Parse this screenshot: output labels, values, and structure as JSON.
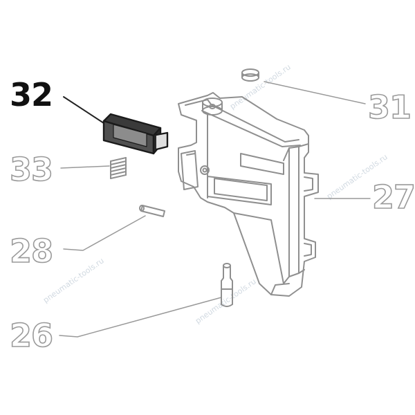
{
  "diagram": {
    "callouts": {
      "c32": "32",
      "c31": "31",
      "c33": "33",
      "c27": "27",
      "c28": "28",
      "c26": "26"
    },
    "watermark": "pneumatic-tools.ru",
    "colors": {
      "active_label": "#111111",
      "muted_outline": "#9a9a9a",
      "part_stroke": "#8f8f8f",
      "highlight_part": "#1a1a1a"
    }
  }
}
